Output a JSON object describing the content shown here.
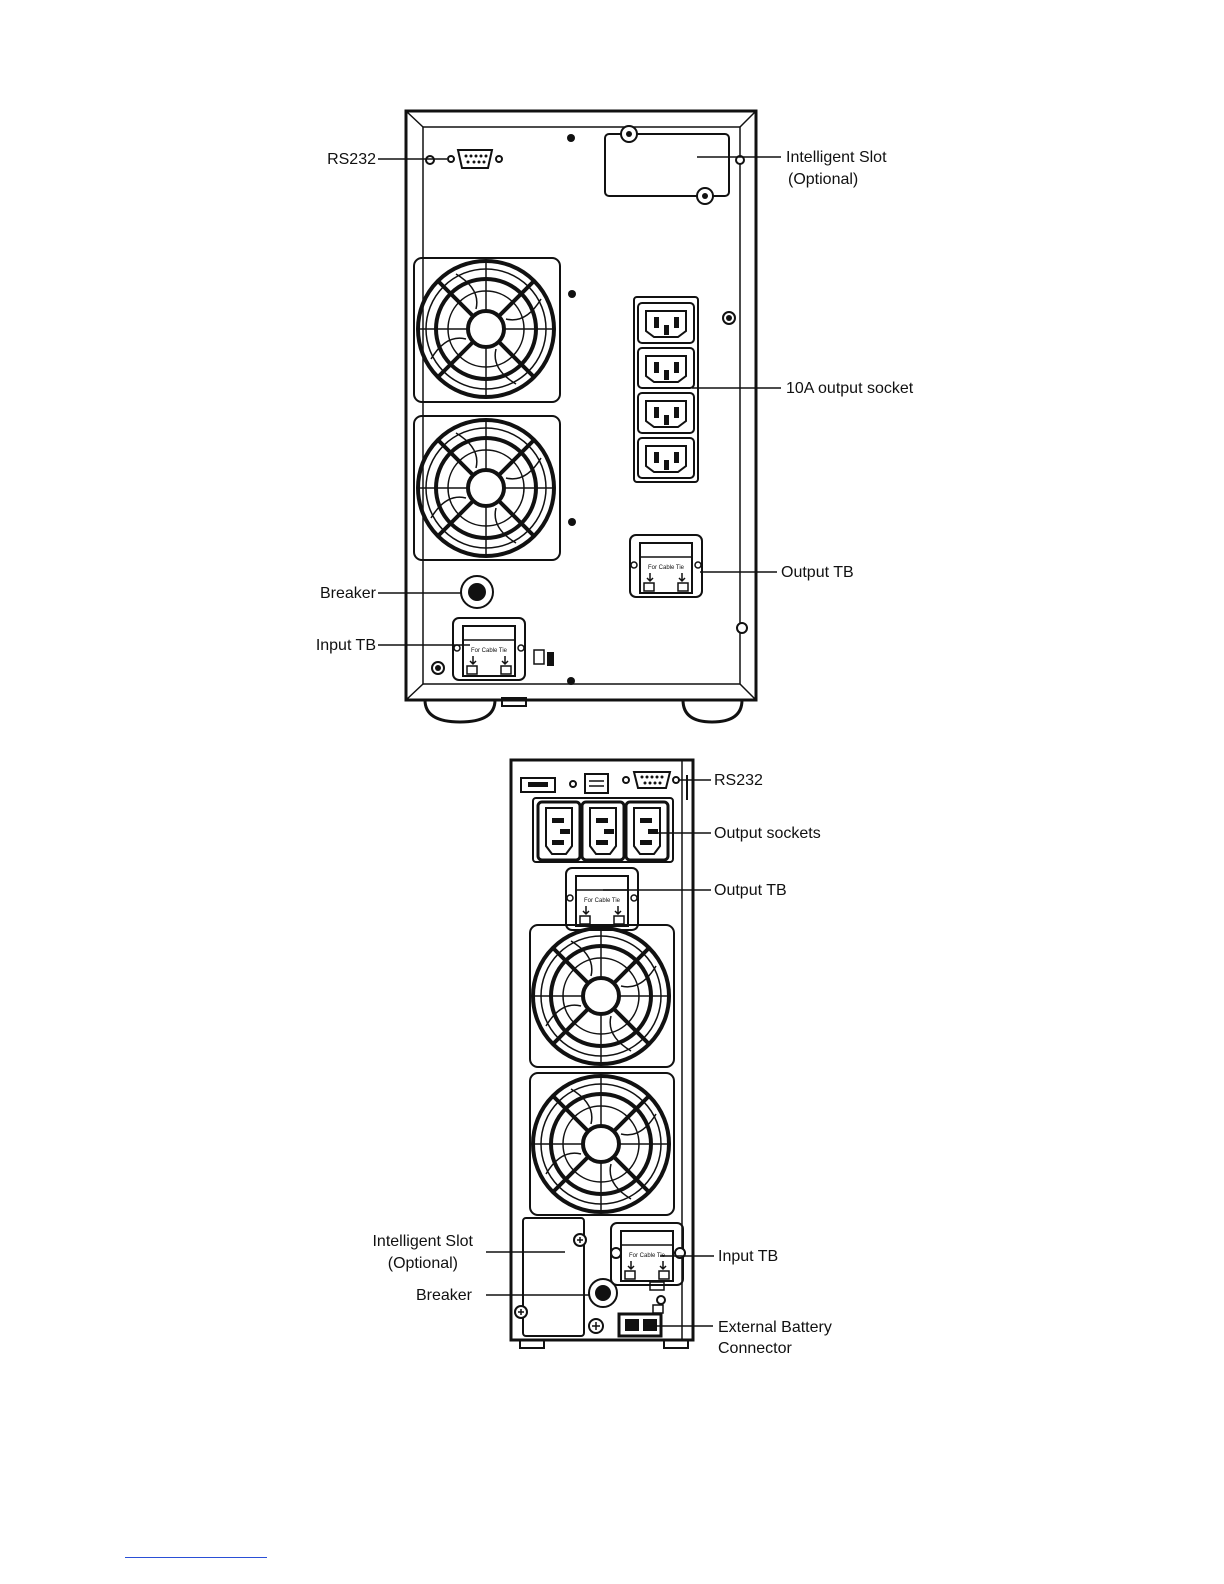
{
  "top_unit": {
    "labels": {
      "rs232": "RS232",
      "intelligent_slot": "Intelligent Slot",
      "intelligent_slot_note": "(Optional)",
      "output_socket": "10A output socket",
      "output_tb": "Output TB",
      "breaker": "Breaker",
      "input_tb": "Input TB"
    }
  },
  "bottom_unit": {
    "labels": {
      "rs232": "RS232",
      "output_sockets": "Output sockets",
      "output_tb": "Output TB",
      "intelligent_slot": "Intelligent Slot",
      "intelligent_slot_note": "(Optional)",
      "input_tb": "Input TB",
      "breaker": "Breaker",
      "ext_battery": "External Battery",
      "ext_battery_2": "Connector"
    }
  }
}
